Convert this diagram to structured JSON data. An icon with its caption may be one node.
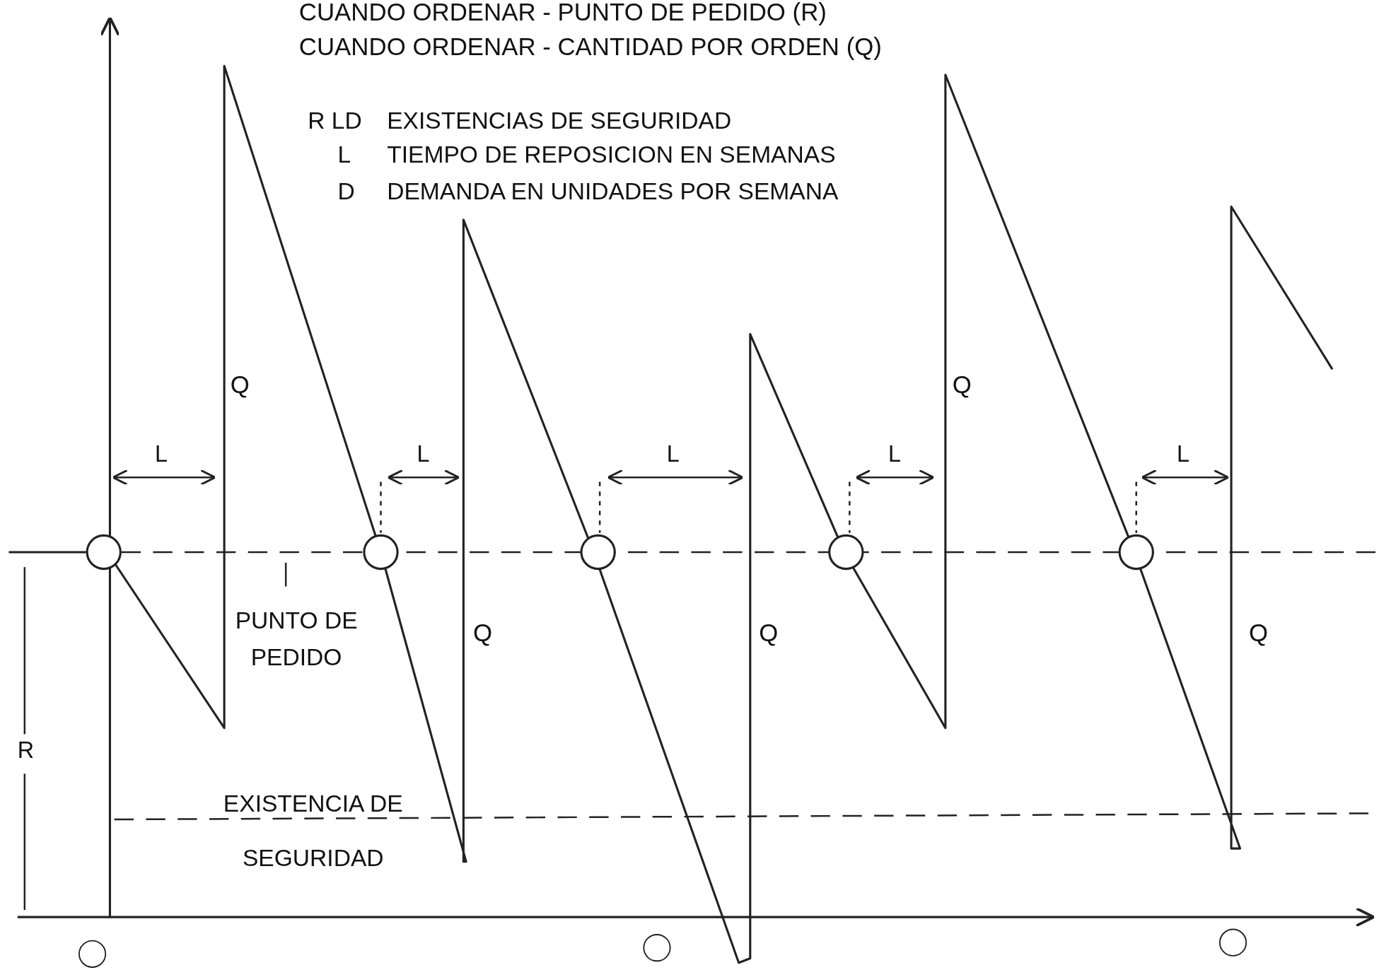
{
  "diagram": {
    "labels": [
      "CUANDO ORDENAR - PUNTO DE PEDIDO (R)",
      "CUANDO ORDENAR - CANTIDAD POR ORDEN (Q)",
      "R LD",
      "EXISTENCIAS DE SEGURIDAD",
      "L",
      "TIEMPO DE REPOSICION EN SEMANAS",
      "D",
      "DEMANDA EN UNIDADES POR SEMANA",
      "Q",
      "Q",
      "L",
      "L",
      "L",
      "L",
      "L",
      "PUNTO DE PEDIDO",
      "Q",
      "Q",
      "Q",
      "R",
      "EXISTENCIA DE SEGURIDAD"
    ]
  }
}
